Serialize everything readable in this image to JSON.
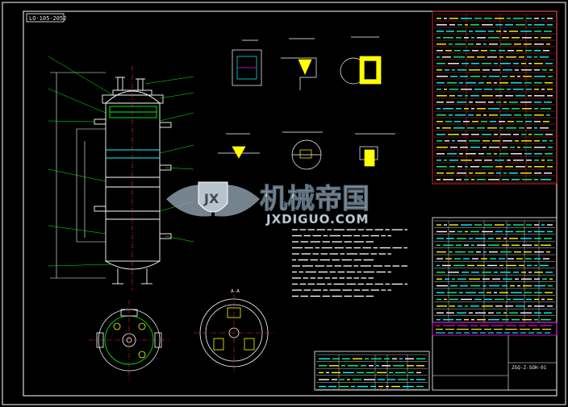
{
  "drawing": {
    "code_label": "LO-105-2052",
    "section_label": "A-A",
    "bottom_number": "ZGQ-Z-SOH-01",
    "colors": {
      "background": "#000000",
      "frame": "#ffffff",
      "vessel": "#ffffff",
      "detail": "#00ff00",
      "cyan": "#00ffff",
      "magenta": "#ff00ff",
      "yellow": "#ffff00",
      "red": "#ff3030",
      "table_text": "#00ff88"
    }
  },
  "watermark": {
    "chinese": "机械帝国",
    "latin": "JXDIGUO.COM",
    "logo_icon": "winged-shield-logo-icon",
    "logo_letters": "JX"
  }
}
